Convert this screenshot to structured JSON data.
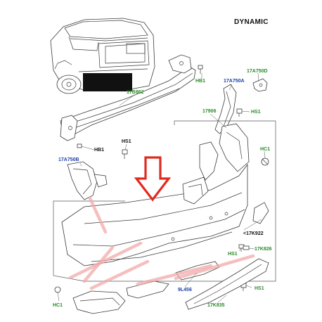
{
  "title": "DYNAMIC",
  "colors": {
    "green_label": "#2a8a2a",
    "blue_label": "#1f3fa8",
    "black_label": "#111111",
    "arrow_red": "#e02a20",
    "callout_pink": "#f2aaaa"
  },
  "labels": {
    "hb1_top": "HB1",
    "p17a750a": "17A750A",
    "p17a750d": "17A750D",
    "p17b862": "17B862",
    "p17906": "17906",
    "hs1_right": "HS1",
    "hc1_right": "HC1",
    "hb1_left": "HB1",
    "hs1_mid": "HS1",
    "p17a750b": "17A750B",
    "p17k922": "<17K922",
    "hs1_lower": "HS1",
    "p17k826": "17K826",
    "p9l456": "9L456",
    "hs1_bottom": "HS1",
    "p17k835": "17K835",
    "hc1_left": "HC1"
  },
  "icons": {
    "arrow": "down-arrow-icon",
    "vehicle": "vehicle-rear-icon"
  }
}
